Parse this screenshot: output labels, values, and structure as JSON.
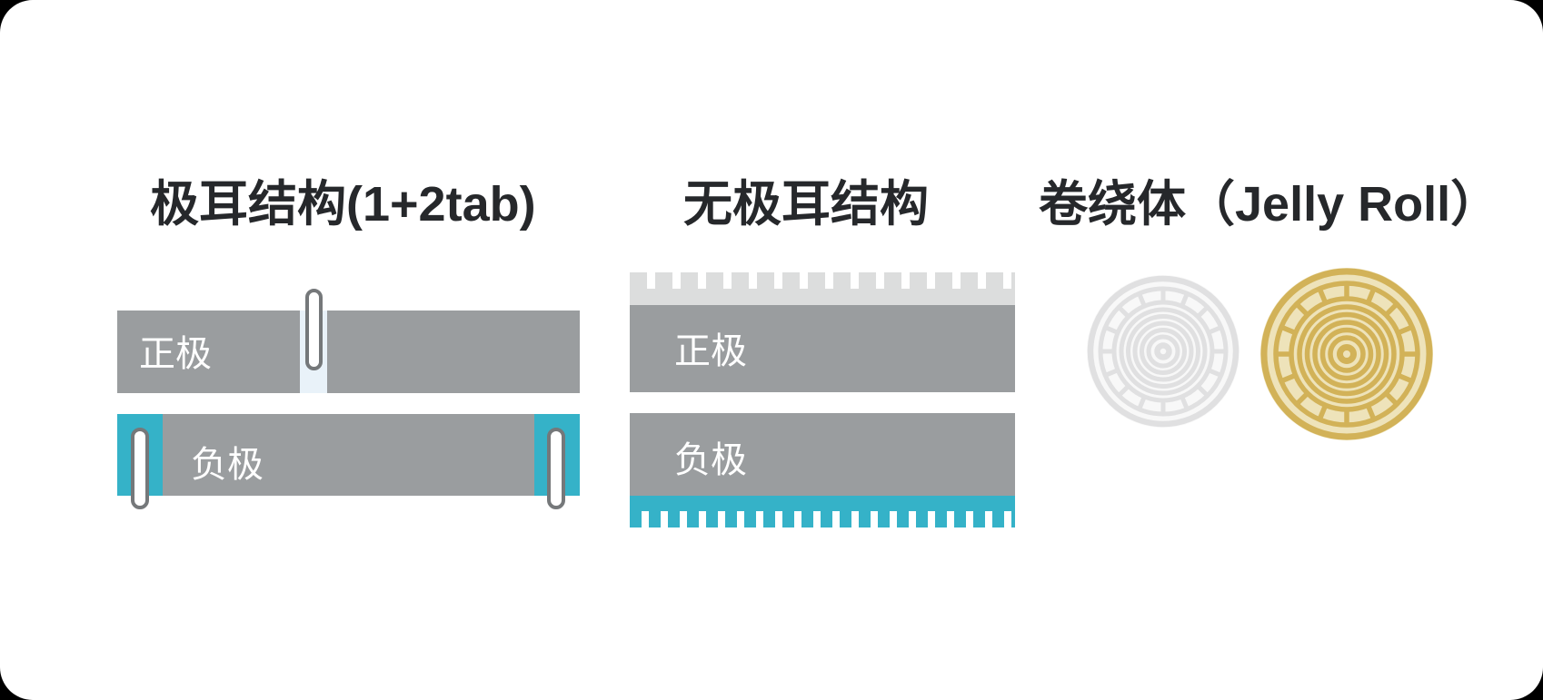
{
  "colors": {
    "page_bg": "#000000",
    "card_bg": "#ffffff",
    "title_text": "#26282b",
    "label_text": "#ffffff",
    "bar_gray": "#9a9d9f",
    "teal": "#35b2c8",
    "comb_light": "#dcdddd",
    "tab_strip": "#e9f2f9",
    "pill_border": "#75787a",
    "roll_silver_stroke": "#e0e0e1",
    "roll_silver_fill": "#f8f8f8",
    "roll_gold_stroke": "#d2b258",
    "roll_gold_fill": "#eee3ba"
  },
  "sections": [
    {
      "title": "极耳结构(1+2tab)",
      "layers": [
        {
          "label": "正极"
        },
        {
          "label": "负极"
        }
      ]
    },
    {
      "title": "无极耳结构",
      "layers": [
        {
          "label": "正极"
        },
        {
          "label": "负极"
        }
      ]
    },
    {
      "title": "卷绕体（Jelly Roll）",
      "rolls": [
        {
          "icon": "jelly-roll-silver-icon"
        },
        {
          "icon": "jelly-roll-gold-icon"
        }
      ]
    }
  ]
}
